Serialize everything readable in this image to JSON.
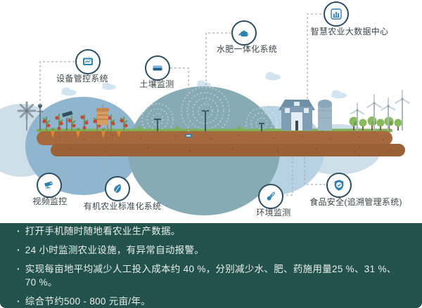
{
  "systems": [
    {
      "id": "equipment-control",
      "label": "设备管控系统",
      "icon": "monitor-icon"
    },
    {
      "id": "soil-monitoring",
      "label": "土壤监测",
      "icon": "soil-layers-icon"
    },
    {
      "id": "water-fertilizer",
      "label": "水肥一体化系统",
      "icon": "watering-can-icon"
    },
    {
      "id": "big-data-center",
      "label": "智慧农业大数据中心",
      "icon": "bar-chart-icon"
    },
    {
      "id": "video-surveillance",
      "label": "视频监控",
      "icon": "cctv-camera-icon"
    },
    {
      "id": "organic-standardization",
      "label": "有机农业标准化系统",
      "icon": "leaf-icon"
    },
    {
      "id": "environment-monitoring",
      "label": "环境监测",
      "icon": "thermometer-icon"
    },
    {
      "id": "food-safety",
      "label": "食品安全(追溯管理系统)",
      "icon": "shield-check-icon"
    }
  ],
  "notes": {
    "bullet": "·",
    "items": [
      "打开手机随时随地看农业生产数据。",
      "24 小时监测农业设施，有异常自动报警。",
      "实现每亩地平均减少人工投入成本约 40 %，分别减少水、肥、药施用量25 %、31 %、70 %。",
      "综合节约500 - 800 元亩/年。"
    ]
  },
  "colors": {
    "accent_blue": "#2e7fb2",
    "node_border": "#2b4d60",
    "label_text": "#3e4448",
    "dotted_line": "#a7b1b8",
    "panel_background": "#23514b",
    "panel_text": "#e9f1ee",
    "soil_top": "#a5693d",
    "soil_bottom": "#9a6036",
    "dome_teal": "#87abb4",
    "dome_light_blue": "#b7d3e3"
  }
}
